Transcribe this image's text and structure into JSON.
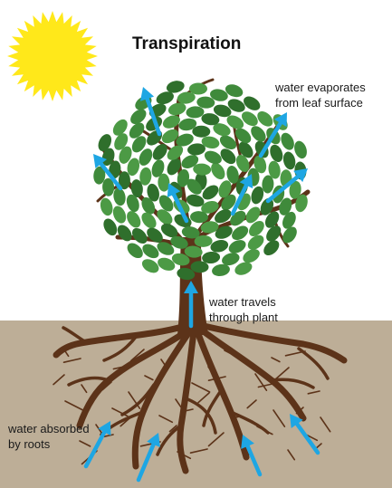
{
  "title": "Transpiration",
  "labels": {
    "leaf_line1": "water evaporates",
    "leaf_line2": "from leaf surface",
    "stem_line1": "water travels",
    "stem_line2": "through plant",
    "roots_line1": "water absorbed",
    "roots_line2": "by roots"
  },
  "colors": {
    "sun": "#FFE81A",
    "sky": "#FFFFFF",
    "soil": "#BDAE97",
    "trunk": "#5C3319",
    "leaf": "#3F8A3B",
    "arrow": "#1EA6E3"
  },
  "icons": [
    "sun-icon",
    "tree-icon",
    "arrow-icon"
  ]
}
